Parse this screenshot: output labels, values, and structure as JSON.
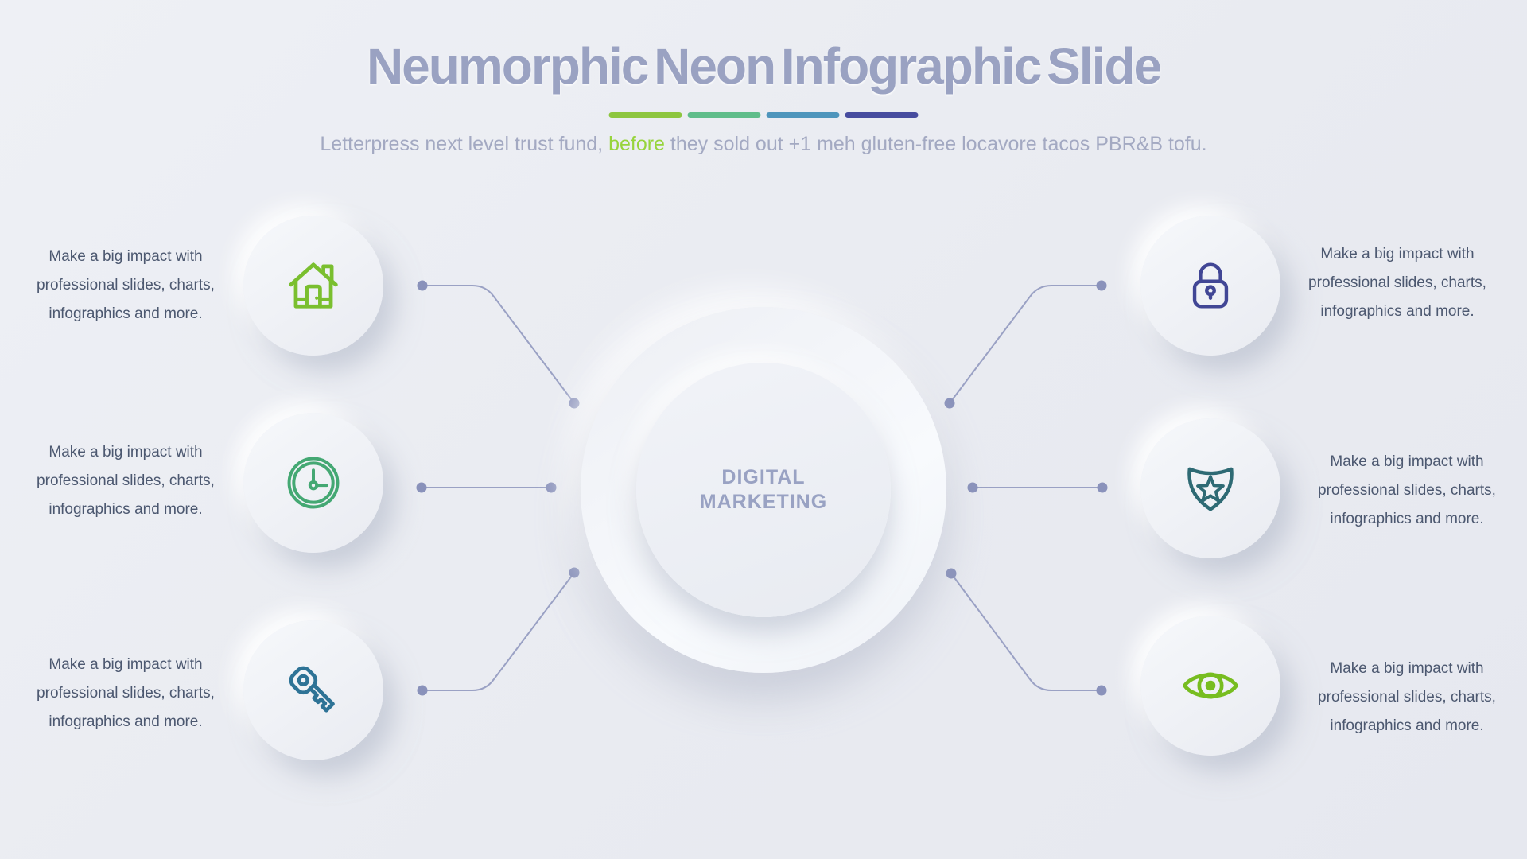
{
  "page": {
    "background": "#e9ebf2"
  },
  "header": {
    "title": "Neumorphic Neon Infographic Slide",
    "title_color": "#9aa2c2",
    "accent_bars": [
      "#8dc63f",
      "#5fbd8a",
      "#4e95bc",
      "#474c9f"
    ],
    "subtitle": {
      "pre": "Letterpress next level trust fund, ",
      "highlight": "before",
      "post": " they sold out +1 meh gluten-free locavore tacos PBR&B tofu.",
      "text_color": "#a3a9c2",
      "highlight_color": "#97d43c"
    }
  },
  "center": {
    "label_line1": "DIGITAL",
    "label_line2": "MARKETING",
    "label_color": "#99a2c3"
  },
  "connectors": {
    "line_color": "#9aa1c4",
    "dot_color": "#8a92bb"
  },
  "nodes": {
    "left": [
      {
        "icon": "home-icon",
        "icon_color": "#7abf2f",
        "text": "Make a big impact with professional slides, charts, infographics and more."
      },
      {
        "icon": "clock-icon",
        "icon_color": "#44a873",
        "text": "Make a big impact with professional slides, charts, infographics and more."
      },
      {
        "icon": "key-icon",
        "icon_color": "#2e7396",
        "text": "Make a big impact with professional slides, charts, infographics and more."
      }
    ],
    "right": [
      {
        "icon": "lock-icon",
        "icon_color": "#414695",
        "text": "Make a big impact with professional slides, charts, infographics and more."
      },
      {
        "icon": "shield-icon",
        "icon_color": "#2e6a74",
        "text": "Make a big impact with professional slides, charts, infographics and more."
      },
      {
        "icon": "eye-icon",
        "icon_color": "#77bd20",
        "text": "Make a big impact with professional slides, charts, infographics and more."
      }
    ]
  },
  "text_color": "#4c5870"
}
